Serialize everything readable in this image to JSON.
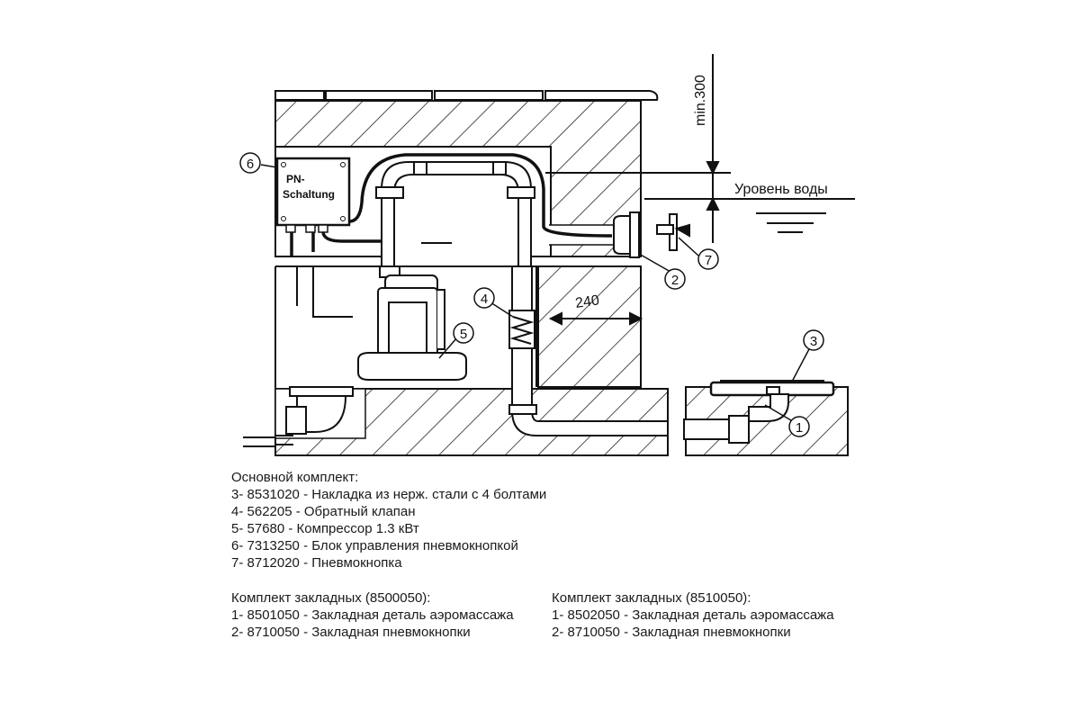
{
  "diagram": {
    "box_label_line1": "PN-",
    "box_label_line2": "Schaltung",
    "water_level_label": "Уровень воды",
    "min_label": "min.300",
    "dimension_240": "240",
    "callouts": [
      "1",
      "2",
      "3",
      "4",
      "5",
      "6",
      "7"
    ]
  },
  "legend": {
    "main": {
      "title": "Основной комплект:",
      "items": [
        "3- 8531020 - Накладка из нерж. стали с 4 болтами",
        "4- 562205 - Обратный клапан",
        "5- 57680 - Компрессор 1.3 кВт",
        "6- 7313250 - Блок управления пневмокнопкой",
        "7- 8712020 - Пневмокнопка"
      ]
    },
    "kit1": {
      "title": "Комплект закладных (8500050):",
      "items": [
        "1- 8501050 - Закладная деталь аэромассажа",
        "2- 8710050 - Закладная пневмокнопки"
      ]
    },
    "kit2": {
      "title": "Комплект закладных (8510050):",
      "items": [
        "1- 8502050 - Закладная деталь аэромассажа",
        "2- 8710050 - Закладная пневмокнопки"
      ]
    }
  }
}
